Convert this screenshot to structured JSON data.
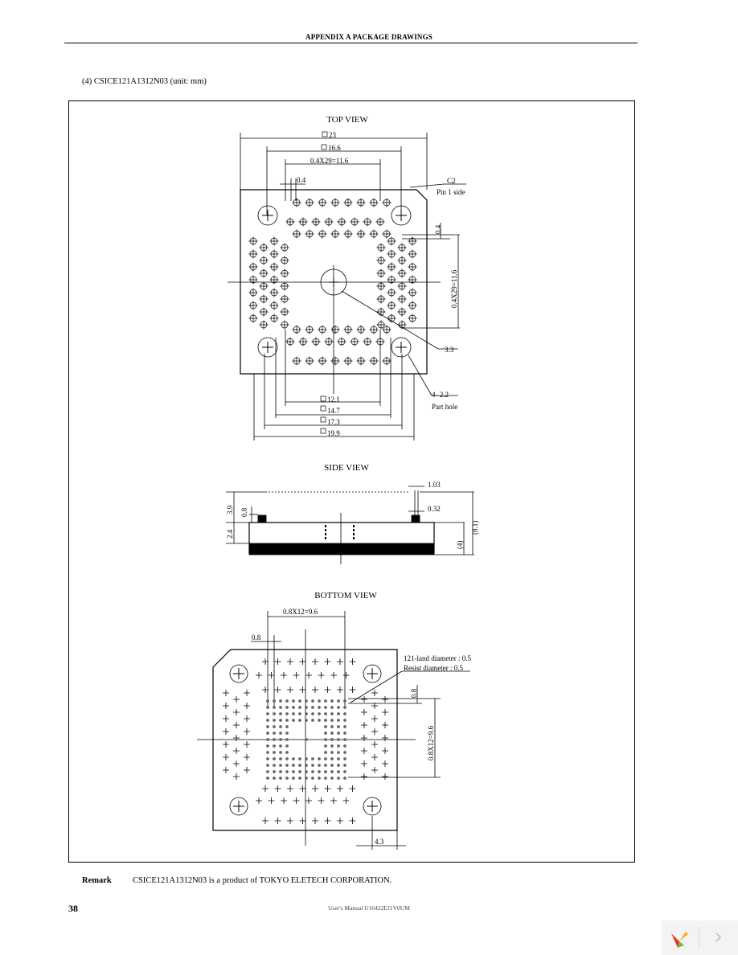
{
  "header": {
    "title": "APPENDIX A  PACKAGE DRAWINGS"
  },
  "caption": "(4) CSICE121A1312N03 (unit: mm)",
  "views": {
    "top": {
      "title": "TOP VIEW",
      "dims": {
        "d23": "23",
        "d16_6": "16.6",
        "d0_4x29": "0.4X29=11.6",
        "d0_4": "0.4",
        "c2": "C2",
        "pin1": "Pin 1 side",
        "r0_4": "0.4",
        "r0_4x29": "0.4X29=11.6",
        "d3_3": "3.3",
        "d4_2_2": "4-  2.2",
        "part_hole": "Part hole",
        "d12_1": "12.1",
        "d14_7": "14.7",
        "d17_3": "17.3",
        "d19_9": "19.9"
      }
    },
    "side": {
      "title": "SIDE VIEW",
      "dims": {
        "d3_9": "3.9",
        "d0_8": "0.8",
        "d2_4": "2.4",
        "d1_03": "1.03",
        "d0_32": "0.32",
        "d4": "(4)",
        "d8_1": "(8.1)"
      }
    },
    "bottom": {
      "title": "BOTTOM VIEW",
      "dims": {
        "d0_8x12": "0.8X12=9.6",
        "d0_8": "0.8",
        "land": "121-land diameter  : 0.5",
        "resist": "Resist diameter  : 0.5",
        "r0_8": "0.8",
        "r0_8x12": "0.8X12=9.6",
        "d4_3": "4.3"
      }
    }
  },
  "remark": {
    "label": "Remark",
    "text": "CSICE121A1312N03 is a product of TOKYO ELETECH CORPORATION."
  },
  "footer": {
    "page_number": "38",
    "manual": "User's Manual U16422EJ1V0UM"
  }
}
